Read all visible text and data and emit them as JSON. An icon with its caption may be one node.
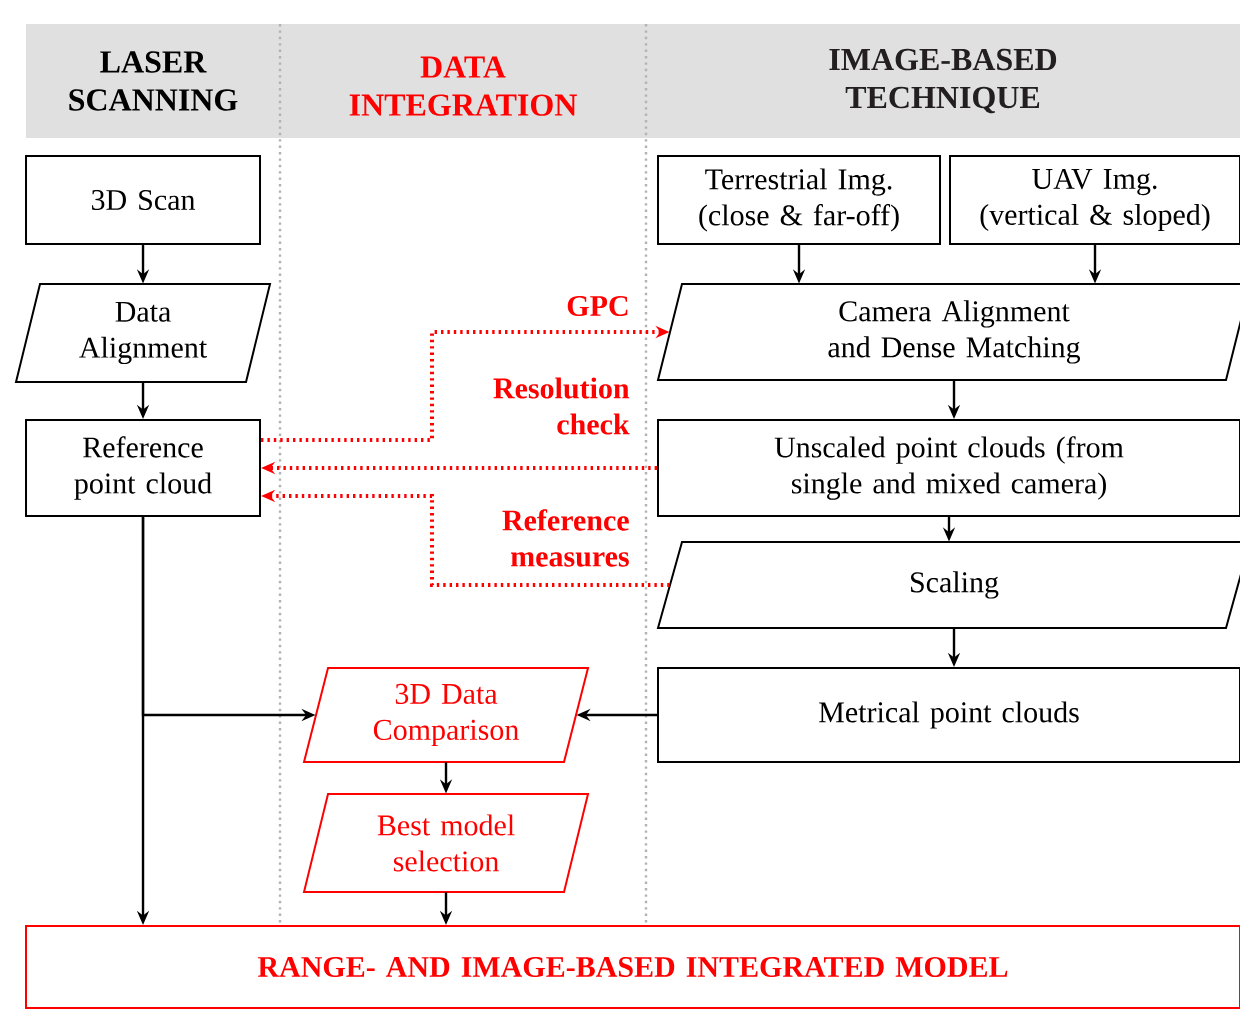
{
  "diagram": {
    "nodes": [
      {
        "text": [
          "LASER SCANNING"
        ]
      },
      {
        "text": [
          "DATA INTEGRATION"
        ]
      },
      {
        "text": [
          "IMAGE-BASED TECHNIQUE"
        ]
      },
      {
        "text": [
          "3D Scan"
        ]
      },
      {
        "text": [
          "Terrestrial Img. (close & far-off)"
        ]
      },
      {
        "text": [
          "UAV Img. (vertical & sloped)"
        ]
      },
      {
        "text": [
          "Data Alignment"
        ]
      },
      {
        "text": [
          "Camera Alignment and Dense Matching"
        ]
      },
      {
        "text": [
          "Reference point cloud"
        ]
      },
      {
        "text": [
          "Unscaled point clouds (from single and mixed camera)"
        ]
      },
      {
        "text": [
          "Scaling"
        ]
      },
      {
        "text": [
          "Metrical point clouds"
        ]
      },
      {
        "text": [
          "3D Data Comparison"
        ]
      },
      {
        "text": [
          "Best model selection"
        ]
      },
      {
        "text": [
          "RANGE- AND IMAGE-BASED INTEGRATED MODEL"
        ]
      }
    ],
    "edges": [
      {
        "from": 3,
        "to": 6,
        "arrow": "to"
      },
      {
        "from": 6,
        "to": 8,
        "arrow": "to"
      },
      {
        "from": 4,
        "to": 7,
        "arrow": "to"
      },
      {
        "from": 5,
        "to": 7,
        "arrow": "to"
      },
      {
        "from": 7,
        "to": 9,
        "arrow": "to"
      },
      {
        "from": 9,
        "to": 10,
        "arrow": "to"
      },
      {
        "from": 10,
        "to": 11,
        "arrow": "to"
      },
      {
        "from": 8,
        "to": 12,
        "arrow": "to"
      },
      {
        "from": 8,
        "to": 14,
        "arrow": "to"
      },
      {
        "from": 11,
        "to": 12,
        "arrow": "to"
      },
      {
        "from": 12,
        "to": 13,
        "arrow": "to"
      },
      {
        "from": 13,
        "to": 14,
        "arrow": "to"
      },
      {
        "from": 8,
        "to": 7,
        "arrow": "to",
        "label": "GPC",
        "style": "dashed",
        "color": "#ff0000"
      },
      {
        "from": 9,
        "to": 8,
        "arrow": "to",
        "label": "Resolution check",
        "style": "dashed",
        "color": "#ff0000"
      },
      {
        "from": 10,
        "to": 8,
        "arrow": "to",
        "label": "Reference measures",
        "style": "dashed",
        "color": "#ff0000"
      }
    ]
  }
}
